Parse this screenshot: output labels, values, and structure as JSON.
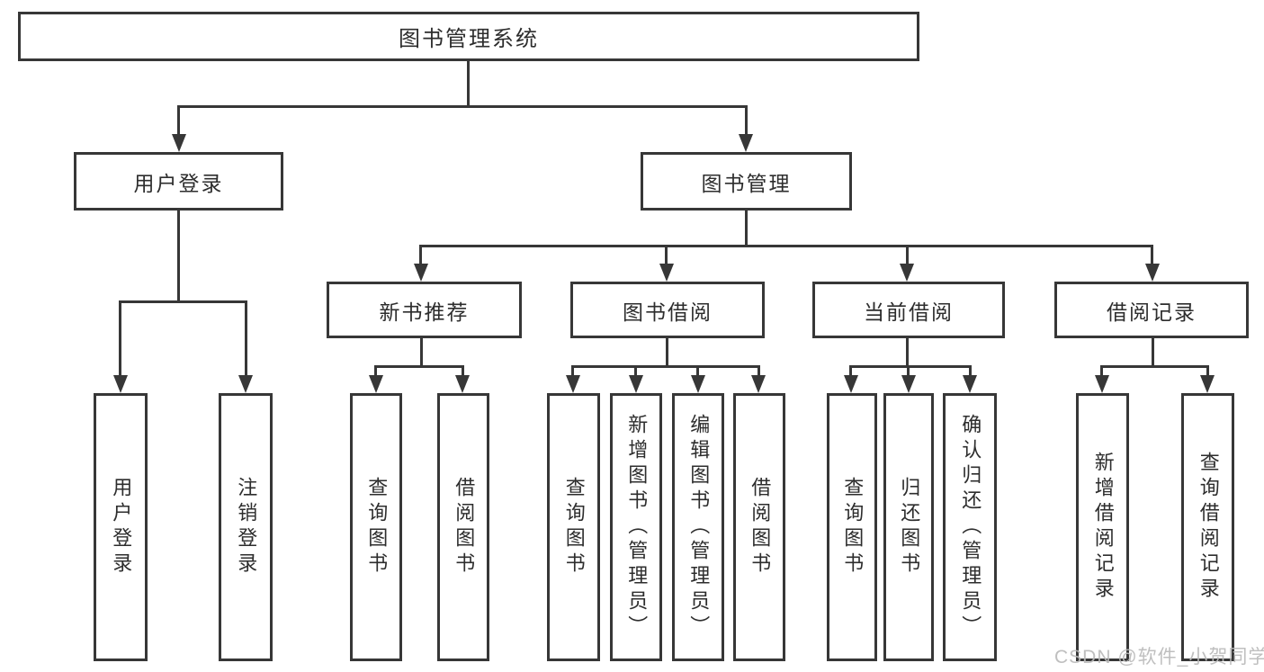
{
  "tree": {
    "root": {
      "label": "图书管理系统"
    },
    "level2": [
      {
        "label": "用户登录",
        "children": [
          "用户登录",
          "注销登录"
        ]
      },
      {
        "label": "图书管理"
      }
    ],
    "level3": [
      {
        "label": "新书推荐",
        "children": [
          "查询图书",
          "借阅图书"
        ]
      },
      {
        "label": "图书借阅",
        "children": [
          "查询图书",
          "新增图书（管理员）",
          "编辑图书（管理员）",
          "借阅图书"
        ]
      },
      {
        "label": "当前借阅",
        "children": [
          "查询图书",
          "归还图书",
          "确认归还（管理员）"
        ]
      },
      {
        "label": "借阅记录",
        "children": [
          "新增借阅记录",
          "查询借阅记录"
        ]
      }
    ]
  },
  "watermark": "CSDN @软件_小贺同学",
  "colors": {
    "line": "#373737",
    "text": "#2d2d2d",
    "background": "#ffffff",
    "watermark": "#bababa"
  }
}
